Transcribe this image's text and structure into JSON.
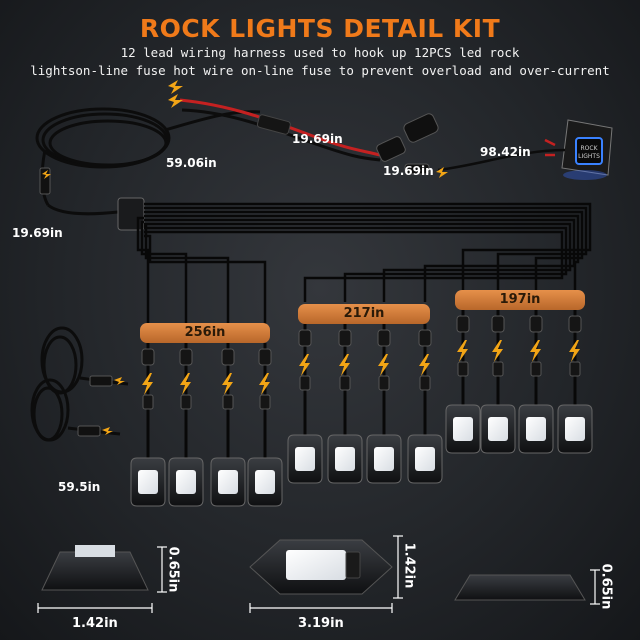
{
  "header": {
    "title": "ROCK LIGHTS DETAIL KIT",
    "subtitle_line1": "12 lead wiring harness used to hook up 12PCS led rock",
    "subtitle_line2": "lightson-line fuse  hot wire on-line fuse to prevent overload and over-current"
  },
  "wire_lengths": {
    "loop_left": "59.06in",
    "fuse_top": "19.69in",
    "connector_mid": "19.69in",
    "switch": "98.42in",
    "hub_left": "19.69in",
    "extension": "59.5in"
  },
  "groups": [
    {
      "length": "256in",
      "pods": 4
    },
    {
      "length": "217in",
      "pods": 4
    },
    {
      "length": "197in",
      "pods": 4
    }
  ],
  "dimensions": {
    "side_width": "1.42in",
    "side_height": "0.65in",
    "top_length": "3.19in",
    "top_width": "1.42in",
    "profile_height": "0.65in"
  },
  "switch_text": {
    "line1": "ROCK",
    "line2": "LIGHTS"
  },
  "colors": {
    "accent": "#f07a1a",
    "band": "#d9823a",
    "bolt": "#f2a516"
  }
}
